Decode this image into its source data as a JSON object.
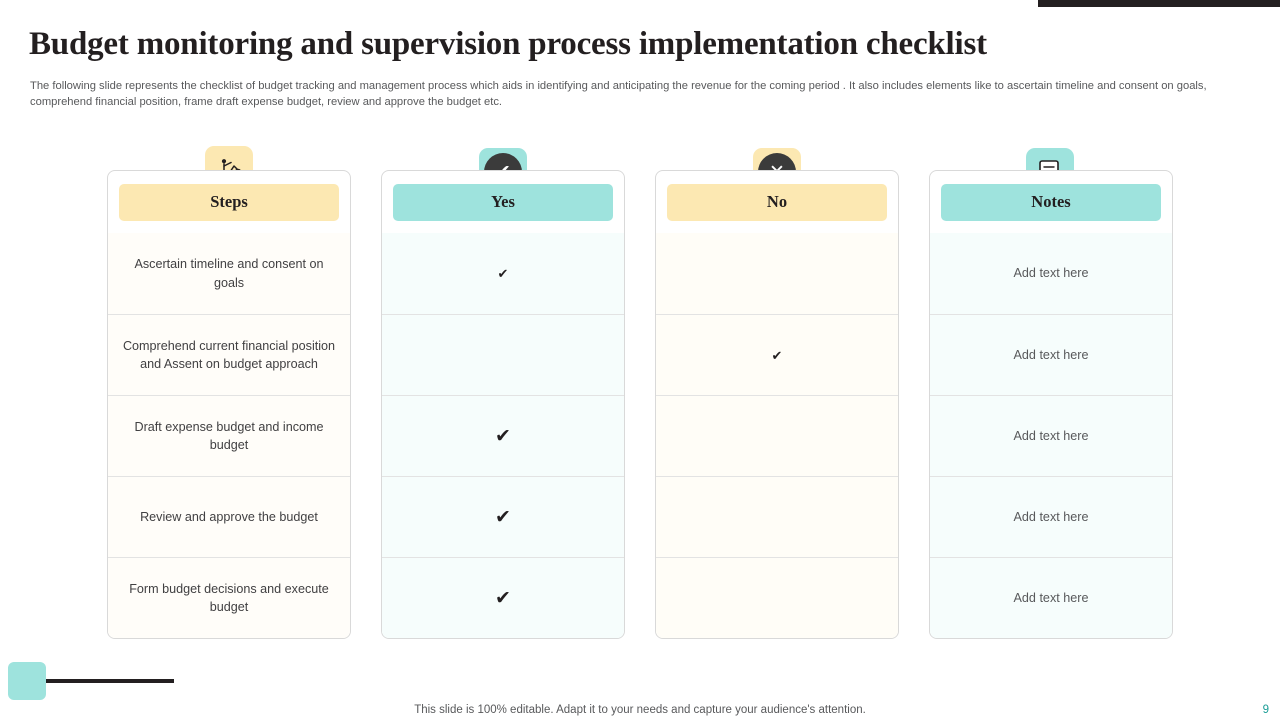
{
  "slide": {
    "title": "Budget monitoring and supervision process implementation checklist",
    "subtitle": "The following slide represents the checklist of budget tracking and management process which aids in identifying and anticipating the revenue for the coming period . It also includes elements like to ascertain timeline and consent on goals, comprehend financial position, frame draft expense budget, review and approve the budget etc.",
    "footnote": "This slide is 100% editable. Adapt it to your needs and capture your audience's attention.",
    "page_number": "9"
  },
  "colors": {
    "yellow": "#fce8b2",
    "teal": "#9ee3dd",
    "dark": "#231f20",
    "cream_row": "#fffdf7",
    "mint_row": "#f5fdfc",
    "accent_text": "#1a9d96"
  },
  "columns": [
    {
      "header": "Steps",
      "header_bg": "#fce8b2",
      "badge_bg": "#fce8b2",
      "icon": "presenter-chart-icon",
      "icon_glyph": "",
      "row_bg": "#fffdf9",
      "cells": [
        "Ascertain timeline and consent on goals",
        "Comprehend current financial position and Assent on budget approach",
        "Draft expense budget and income budget",
        "Review and approve the budget",
        "Form budget decisions and execute budget"
      ]
    },
    {
      "header": "Yes",
      "header_bg": "#9ee3dd",
      "badge_bg": "#9ee3dd",
      "icon": "check-circle-icon",
      "icon_glyph": "✔",
      "row_bg": "#f6fdfc",
      "cells": [
        "✔",
        "",
        "✔",
        "✔",
        "✔"
      ]
    },
    {
      "header": "No",
      "header_bg": "#fce8b2",
      "badge_bg": "#fce8b2",
      "icon": "cross-circle-icon",
      "icon_glyph": "✕",
      "row_bg": "#fffdf7",
      "cells": [
        "",
        "✔",
        "",
        "",
        ""
      ]
    },
    {
      "header": "Notes",
      "header_bg": "#9ee3dd",
      "badge_bg": "#9ee3dd",
      "icon": "notepad-pencil-icon",
      "icon_glyph": "",
      "row_bg": "#f6fdfc",
      "cells": [
        "Add text here",
        "Add text here",
        "Add text here",
        "Add text here",
        "Add text here"
      ]
    }
  ]
}
